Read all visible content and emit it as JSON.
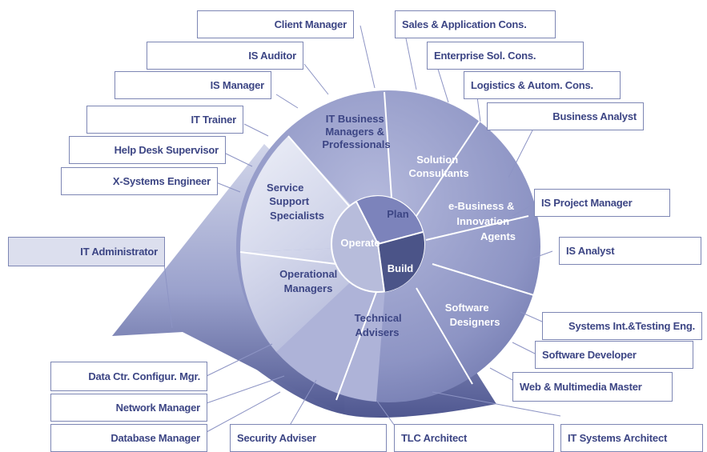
{
  "colors": {
    "cone_light": "#c4c9e2",
    "cone_dark": "#5a6298",
    "disc_face": "#8c93c3",
    "disc_light": "#dadeef",
    "inner_ring": "#b7bcdb",
    "build_sector": "#4b5488",
    "text_dark": "#3c4584",
    "text_light": "#ffffff",
    "box_border": "#7d86b4"
  },
  "center": {
    "plan": "Plan",
    "build": "Build",
    "operate": "Operate"
  },
  "segments": {
    "it_business": [
      "IT Business",
      "Managers &",
      "Professionals"
    ],
    "solution": [
      "Solution",
      "Consultants"
    ],
    "ebusiness": [
      "e-Business &",
      "Innovation",
      "Agents"
    ],
    "software": [
      "Software",
      "Designers"
    ],
    "technical": [
      "Technical",
      "Advisers"
    ],
    "operational": [
      "Operational",
      "Managers"
    ],
    "service": [
      "Service",
      "Support",
      "Specialists"
    ]
  },
  "roles": {
    "client_manager": "Client Manager",
    "sales_app_cons": "Sales & Application Cons.",
    "is_auditor": "IS Auditor",
    "enterprise_sol_cons": "Enterprise Sol. Cons.",
    "is_manager": "IS Manager",
    "logistics_autom_cons": "Logistics & Autom. Cons.",
    "it_trainer": "IT Trainer",
    "business_analyst": "Business Analyst",
    "help_desk_supervisor": "Help Desk Supervisor",
    "x_systems_engineer": "X-Systems Engineer",
    "is_project_manager": "IS Project Manager",
    "it_administrator": "IT Administrator",
    "is_analyst": "IS Analyst",
    "systems_int_testing_eng": "Systems Int.&Testing Eng.",
    "software_developer": "Software Developer",
    "data_ctr_configur_mgr": "Data Ctr. Configur. Mgr.",
    "web_multimedia_master": "Web & Multimedia Master",
    "network_manager": "Network Manager",
    "database_manager": "Database Manager",
    "security_adviser": "Security Adviser",
    "tlc_architect": "TLC Architect",
    "it_systems_architect": "IT Systems Architect"
  }
}
